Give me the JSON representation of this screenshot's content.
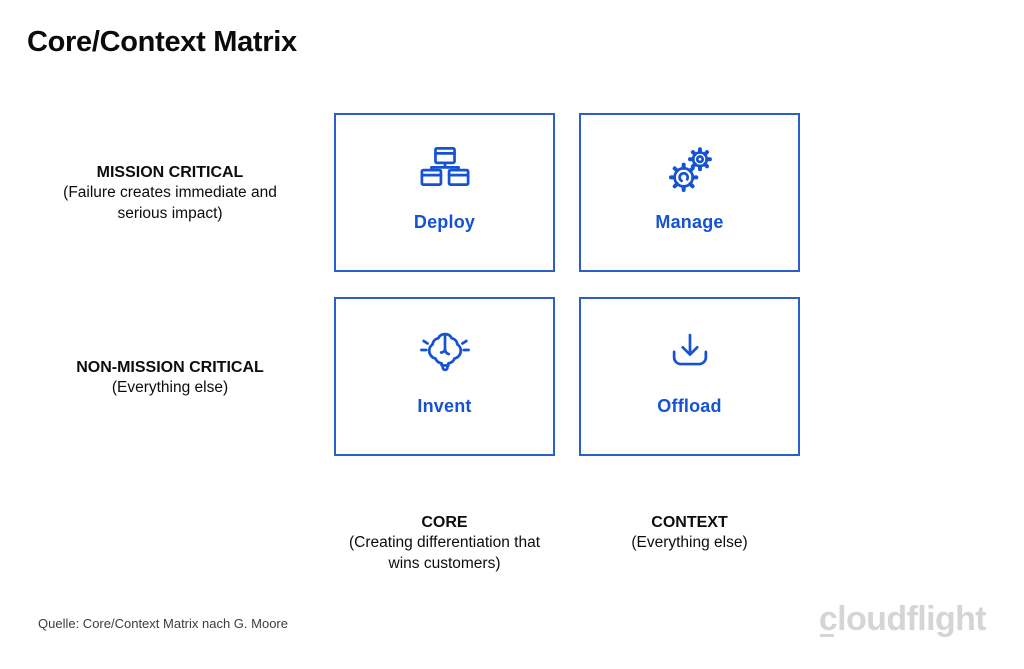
{
  "page": {
    "title": "Core/Context Matrix"
  },
  "colors": {
    "accent_blue": "#1553d2",
    "box_border_blue": "#2b5fcc",
    "logo_gray": "#d5d5d7",
    "source_text": "#3c3c3c"
  },
  "rows": [
    {
      "label": "MISSION CRITICAL",
      "sublabel": "(Failure creates immediate and serious impact)"
    },
    {
      "label": "NON-MISSION CRITICAL",
      "sublabel": "(Everything else)"
    }
  ],
  "columns": [
    {
      "label": "CORE",
      "sublabel": "(Creating differentiation that wins customers)"
    },
    {
      "label": "CONTEXT",
      "sublabel": "(Everything else)"
    }
  ],
  "quadrants": [
    {
      "label": "Deploy",
      "icon": "server-hierarchy-icon"
    },
    {
      "label": "Manage",
      "icon": "gears-icon"
    },
    {
      "label": "Invent",
      "icon": "brain-lightbulb-icon"
    },
    {
      "label": "Offload",
      "icon": "download-tray-icon"
    }
  ],
  "footer": {
    "source": "Quelle: Core/Context Matrix nach G. Moore",
    "logo_first": "c",
    "logo_rest": "loudflight"
  }
}
